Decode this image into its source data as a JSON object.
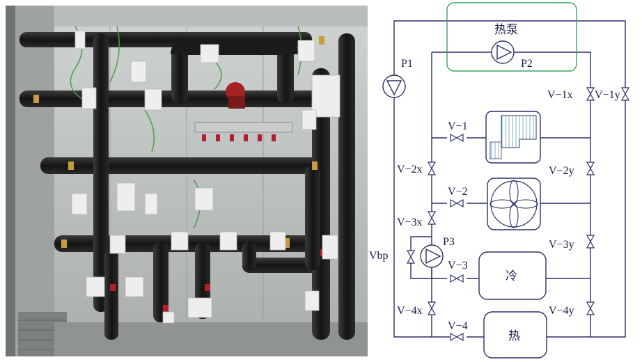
{
  "photo": {
    "description_icon": "piping-photo-icon"
  },
  "diagram": {
    "heat_pump_label": "热泵",
    "p1_label": "P1",
    "p2_label": "P2",
    "p3_label": "P3",
    "vbp_label": "Vbp",
    "v1x_label": "V−1x",
    "v1y_label": "V−1y",
    "v1_label": "V−1",
    "v2x_label": "V−2x",
    "v2y_label": "V−2y",
    "v2_label": "V−2",
    "v3x_label": "V−3x",
    "v3y_label": "V−3y",
    "v3_label": "V−3",
    "v4x_label": "V−4x",
    "v4y_label": "V−4y",
    "v4_label": "V−4",
    "cold_label": "冷",
    "heat_label": "热",
    "colors": {
      "line": "#2b2f6b",
      "heat_pump_box": "#3aa36a",
      "hatch": "#7fb3c9"
    }
  }
}
